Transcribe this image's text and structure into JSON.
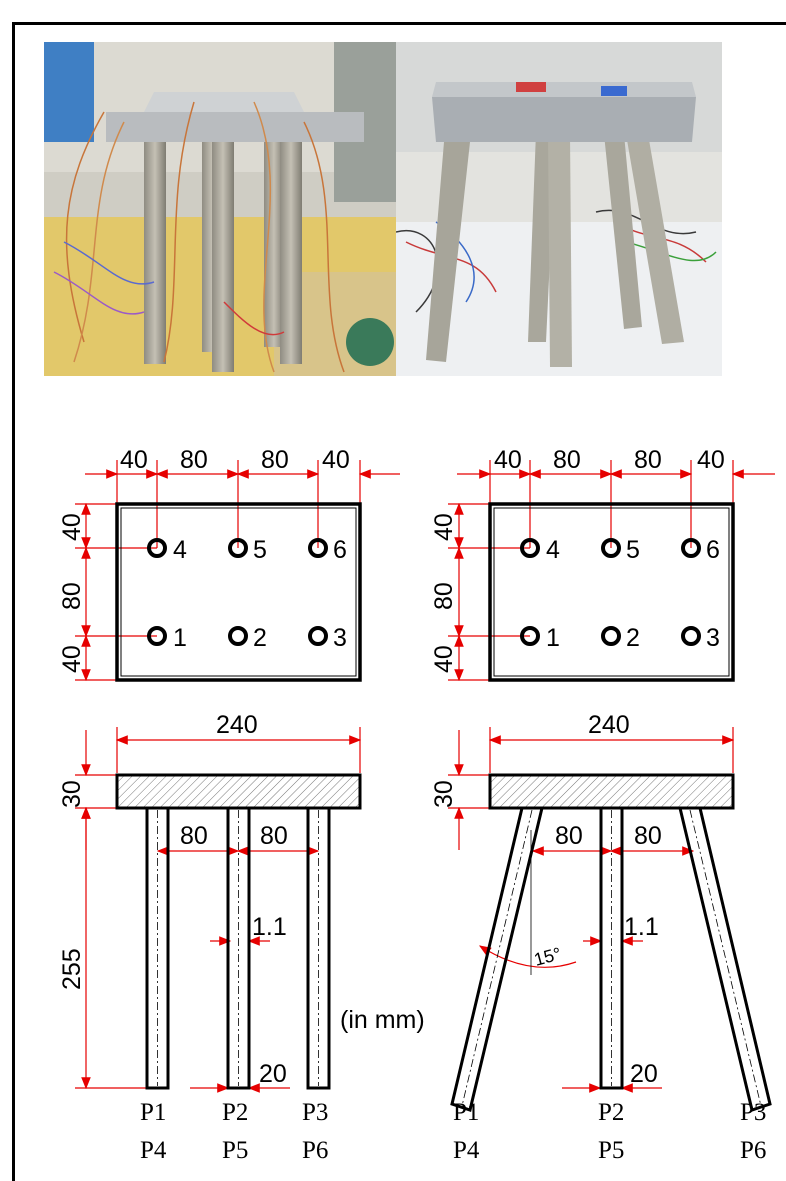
{
  "units_note": "(in mm)",
  "top_view": {
    "h_dims": [
      "40",
      "80",
      "80",
      "40"
    ],
    "v_dims": [
      "40",
      "80",
      "40"
    ],
    "holes_top": [
      "4",
      "5",
      "6"
    ],
    "holes_bottom": [
      "1",
      "2",
      "3"
    ]
  },
  "side_view": {
    "width": "240",
    "thickness": "30",
    "leg_length": "255",
    "spacing": [
      "80",
      "80"
    ],
    "tube_wall": "1.1",
    "tube_dia": "20",
    "angle": "15°"
  },
  "pile_labels": [
    {
      "top": "P1",
      "bottom": "P4"
    },
    {
      "top": "P2",
      "bottom": "P5"
    },
    {
      "top": "P3",
      "bottom": "P6"
    }
  ],
  "colors": {
    "dimension": "#e60000",
    "line": "#000000"
  }
}
